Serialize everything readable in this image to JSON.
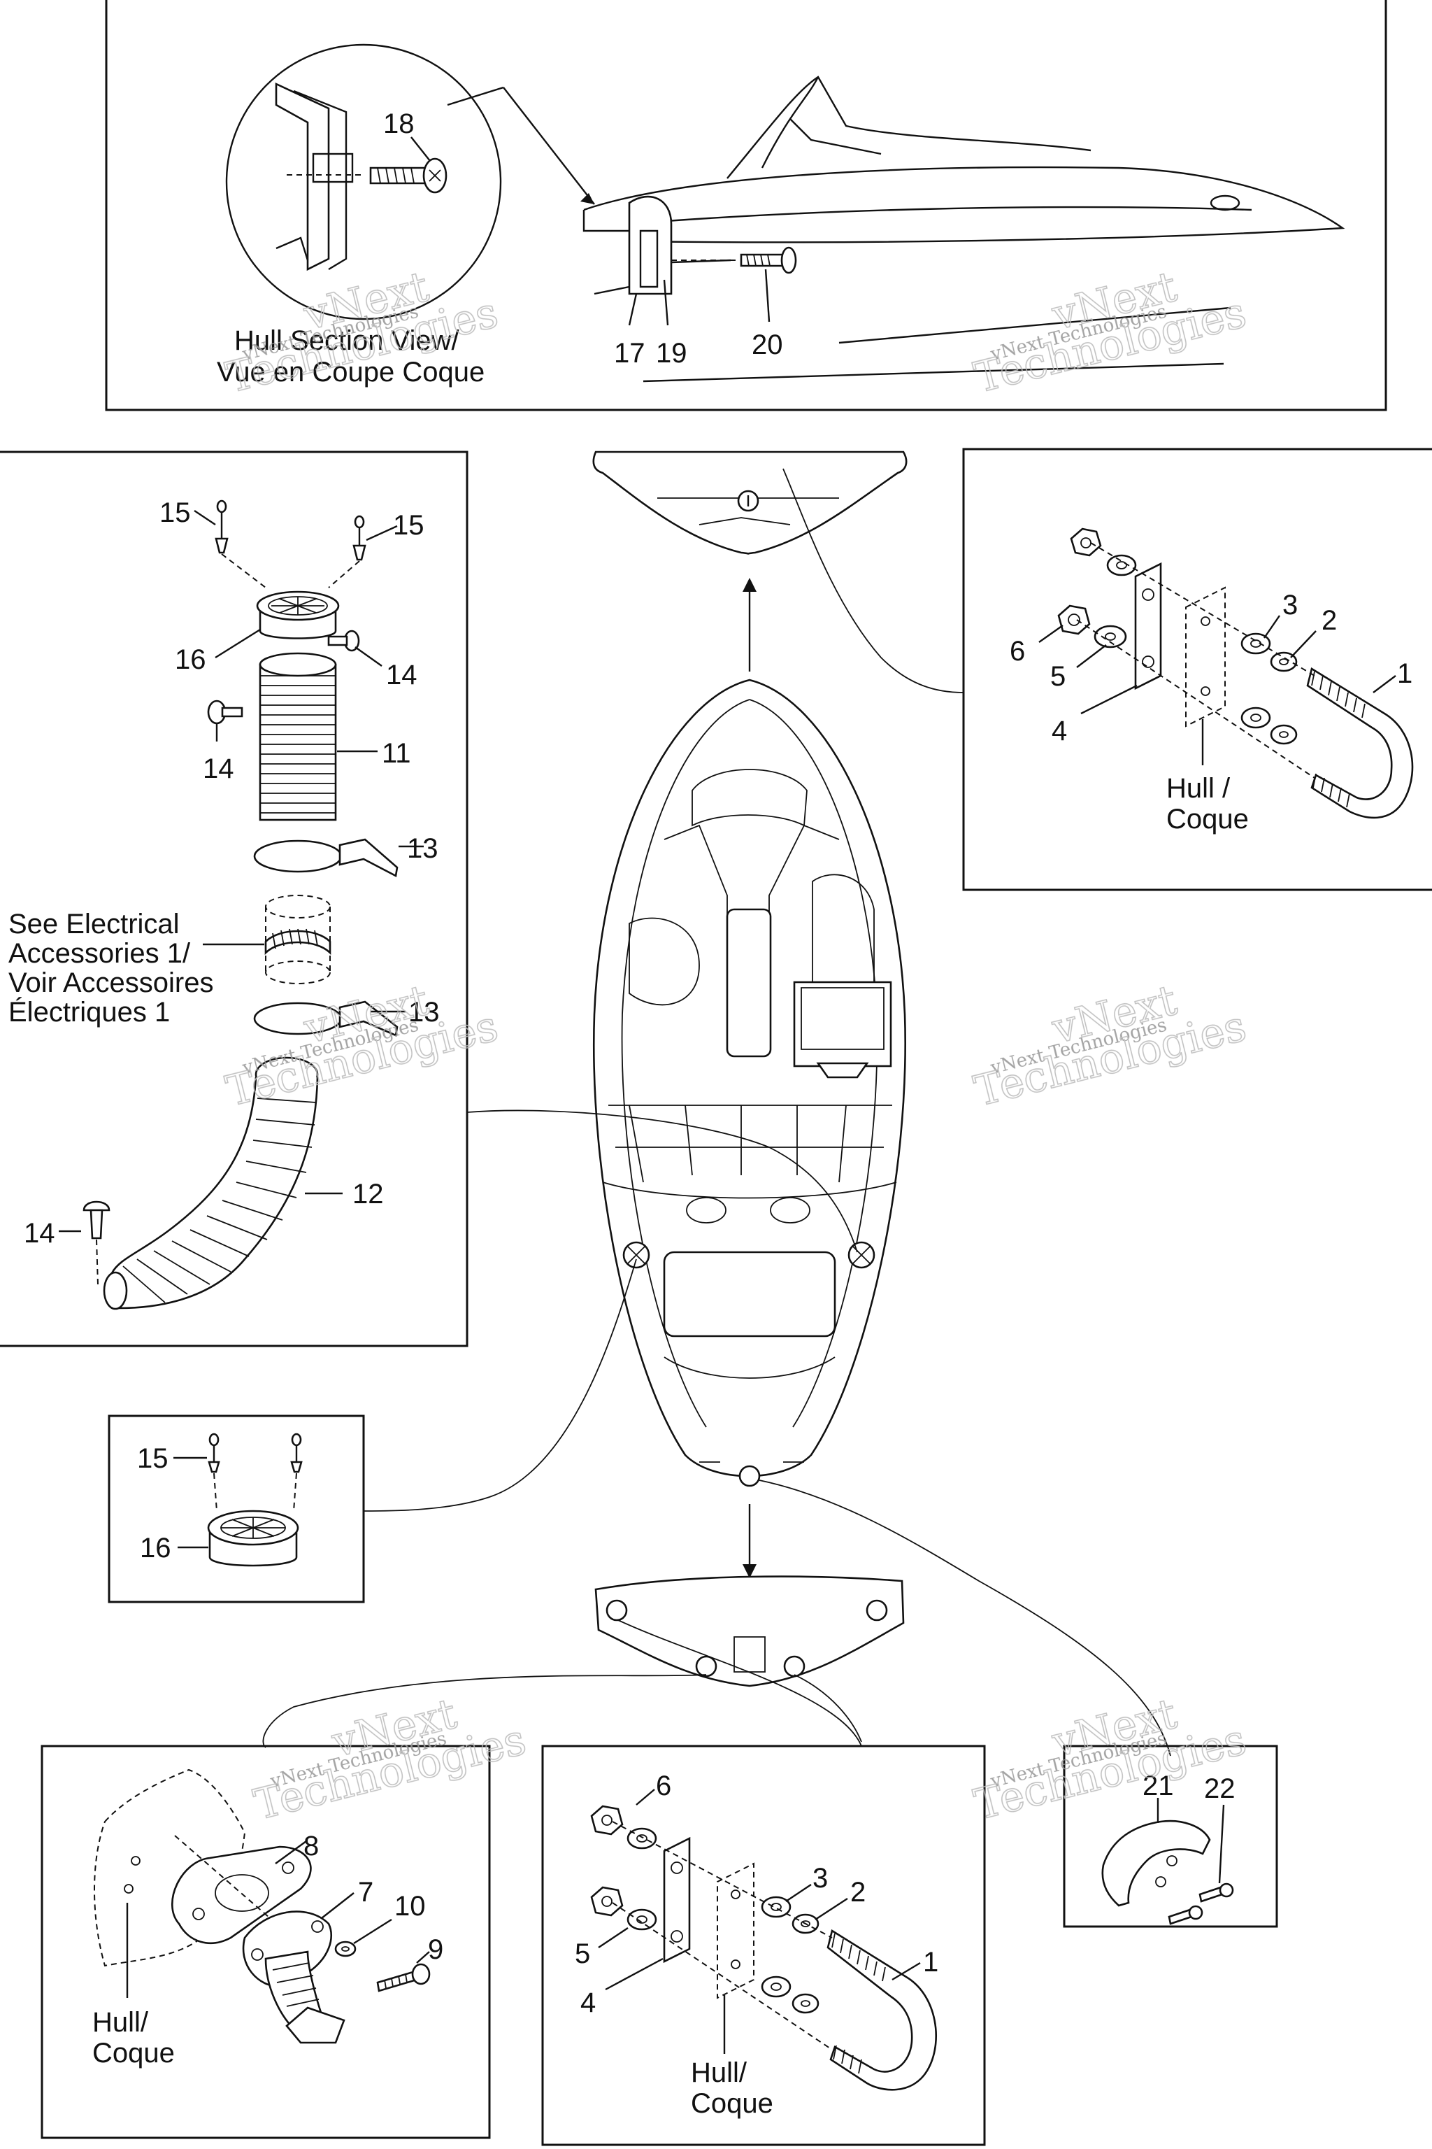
{
  "panels": {
    "hull_section": {
      "caption_line1": "Hull Section View/",
      "caption_line2": "Vue en Coupe Coque",
      "callouts": [
        "18",
        "17",
        "19",
        "20"
      ]
    },
    "vent_assembly": {
      "callouts": [
        "15",
        "15",
        "16",
        "14",
        "11",
        "14",
        "13",
        "13",
        "12",
        "14"
      ],
      "note_line1": "See Electrical",
      "note_line2": "Accessories 1/",
      "note_line3": "Voir Accessoires",
      "note_line4": "Électriques 1"
    },
    "vent_cover": {
      "callouts": [
        "15",
        "16"
      ]
    },
    "front_ubolt": {
      "callouts": [
        "3",
        "2",
        "1",
        "6",
        "5",
        "4"
      ],
      "hull_label_line1": "Hull /",
      "hull_label_line2": "Coque"
    },
    "drain_plug": {
      "callouts": [
        "8",
        "7",
        "10",
        "9"
      ],
      "hull_label_line1": "Hull/",
      "hull_label_line2": "Coque"
    },
    "rear_ubolt": {
      "callouts": [
        "6",
        "3",
        "2",
        "5",
        "1",
        "4"
      ],
      "hull_label_line1": "Hull/",
      "hull_label_line2": "Coque"
    },
    "clip": {
      "callouts": [
        "21",
        "22"
      ]
    }
  },
  "watermark": {
    "line_small": "vNext Technologies",
    "line_big_1": "vNext",
    "line_big_2": "Technologies"
  }
}
